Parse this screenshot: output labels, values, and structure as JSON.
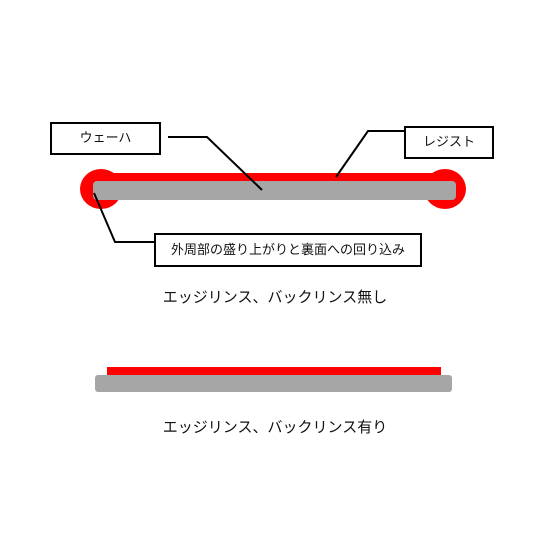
{
  "labels": {
    "wafer": "ウェーハ",
    "resist": "レジスト",
    "edge_effect": "外周部の盛り上がりと裏面への回り込み"
  },
  "captions": {
    "without_rinse": "エッジリンス、バックリンス無し",
    "with_rinse": "エッジリンス、バックリンス有り"
  },
  "colors": {
    "resist": "#ff0000",
    "wafer": "#a6a6a6",
    "line": "#000000"
  }
}
